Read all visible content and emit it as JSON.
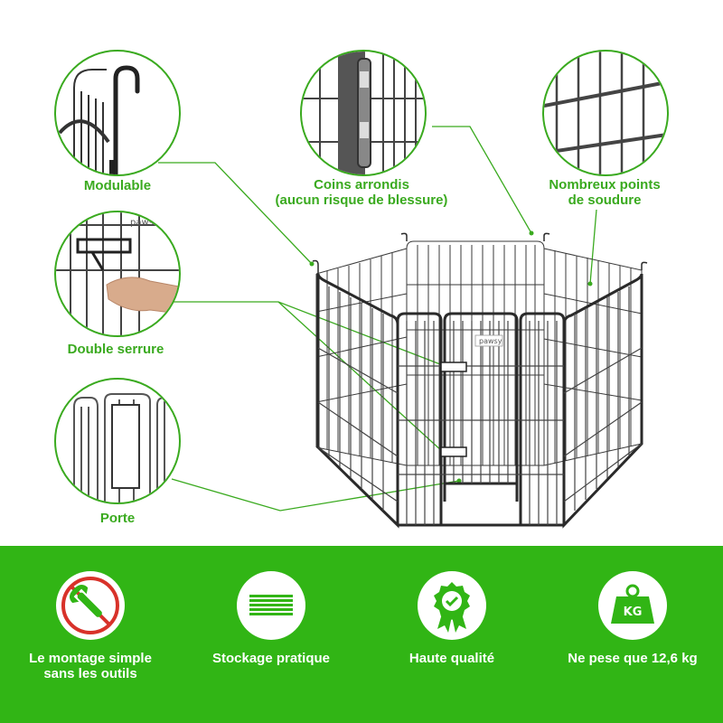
{
  "callouts": {
    "modulable": "Modulable",
    "coins_line1": "Coins arrondis",
    "coins_line2": "(aucun risque de blessure)",
    "soudure_line1": "Nombreux points",
    "soudure_line2": "de soudure",
    "serrure": "Double serrure",
    "porte": "Porte"
  },
  "product": {
    "brand_tag": "pawsy"
  },
  "features": [
    {
      "icon": "no-tools-icon",
      "line1": "Le montage simple",
      "line2": "sans les outils"
    },
    {
      "icon": "storage-icon",
      "line1": "Stockage pratique",
      "line2": ""
    },
    {
      "icon": "quality-badge-icon",
      "line1": "Haute qualité",
      "line2": ""
    },
    {
      "icon": "weight-icon",
      "line1": "Ne pese que 12,6 kg",
      "line2": "",
      "weight_unit": "KG"
    }
  ],
  "colors": {
    "accent_green": "#3aaa1f",
    "band_green": "#31b515",
    "no_symbol_red": "#d8322a"
  }
}
